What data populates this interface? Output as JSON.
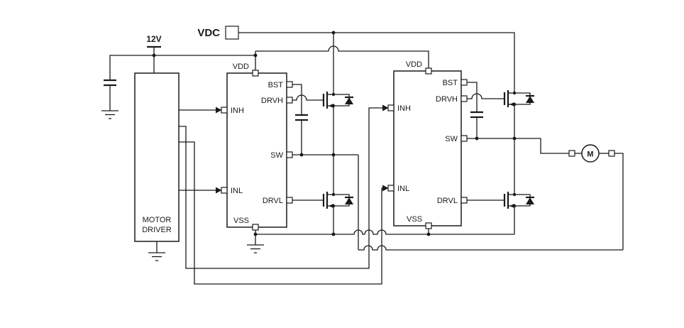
{
  "colors": {
    "line": "#1a1a1a",
    "background": "#ffffff"
  },
  "power": {
    "supply_label": "12V",
    "vdc_label": "VDC"
  },
  "motor_driver": {
    "label_line1": "MOTOR",
    "label_line2": "DRIVER"
  },
  "motor": {
    "label": "M"
  },
  "driver1": {
    "pins": {
      "vdd": "VDD",
      "bst": "BST",
      "drvh": "DRVH",
      "inh": "INH",
      "sw": "SW",
      "inl": "INL",
      "drvl": "DRVL",
      "vss": "VSS"
    }
  },
  "driver2": {
    "pins": {
      "vdd": "VDD",
      "bst": "BST",
      "drvh": "DRVH",
      "inh": "INH",
      "sw": "SW",
      "inl": "INL",
      "drvl": "DRVL",
      "vss": "VSS"
    }
  }
}
